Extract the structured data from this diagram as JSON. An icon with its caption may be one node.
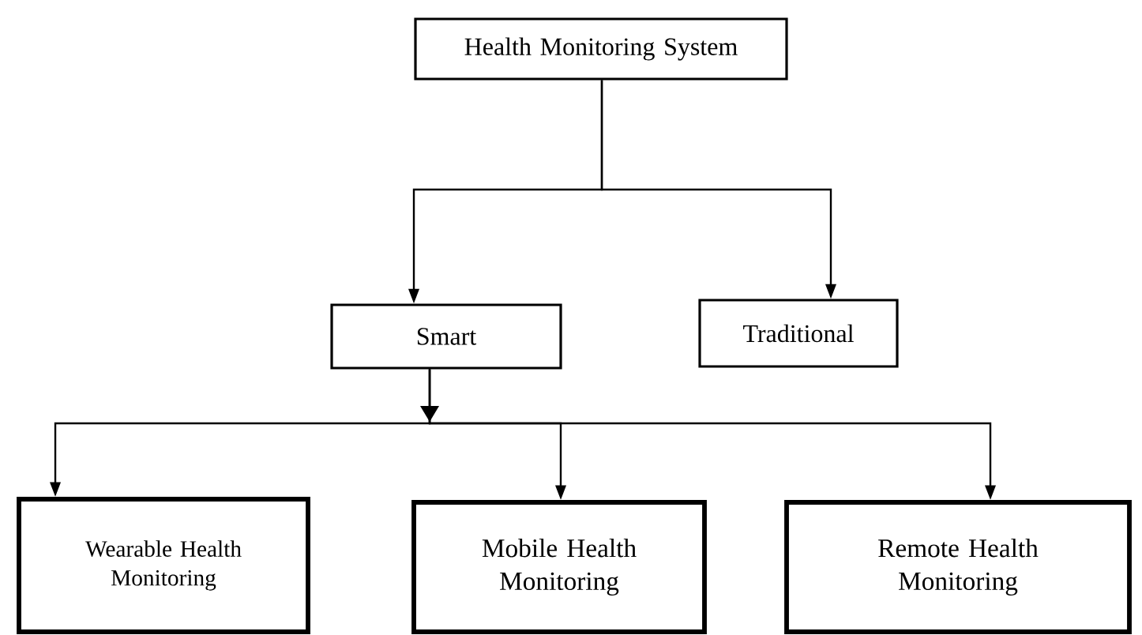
{
  "diagram": {
    "nodes": [
      {
        "text": [
          "Health Monitoring System"
        ]
      },
      {
        "text": [
          "Smart"
        ]
      },
      {
        "text": [
          "Traditional"
        ]
      },
      {
        "text": [
          "Wearable Health Monitoring"
        ]
      },
      {
        "text": [
          "Mobile Health Monitoring"
        ]
      },
      {
        "text": [
          "Remote Health Monitoring"
        ]
      }
    ],
    "edges": [
      {
        "from": 0,
        "to": 1,
        "arrow": "to"
      },
      {
        "from": 0,
        "to": 2,
        "arrow": "to"
      },
      {
        "from": 1,
        "to": 3,
        "arrow": "to"
      },
      {
        "from": 1,
        "to": 4,
        "arrow": "to"
      },
      {
        "from": 1,
        "to": 5,
        "arrow": "to"
      }
    ]
  }
}
